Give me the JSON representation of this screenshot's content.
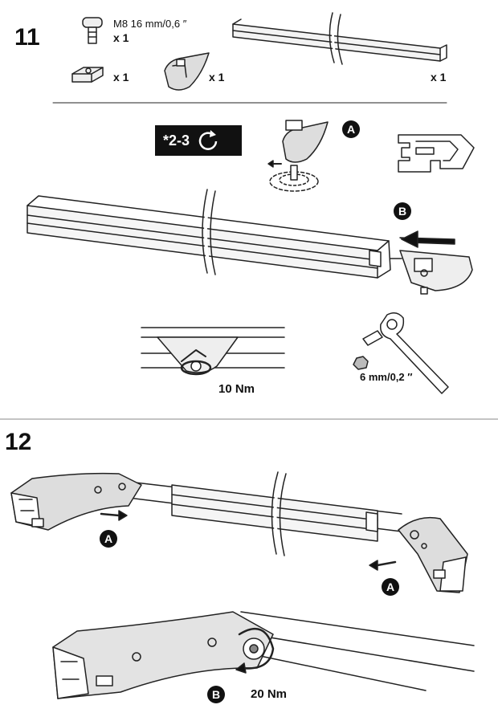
{
  "step11": {
    "number": "11",
    "bolt_spec": "M8 16 mm/0,6 ″",
    "qty_bolt": "x 1",
    "qty_nut": "x 1",
    "qty_cap": "x 1",
    "qty_bar": "x 1",
    "turns_label": "*2-3",
    "callout_a": "A",
    "callout_b": "B",
    "torque": "10 Nm",
    "socket_size": "6 mm/0,2 ″"
  },
  "step12": {
    "number": "12",
    "callout_a_left": "A",
    "callout_a_right": "A",
    "callout_b": "B",
    "torque": "20 Nm"
  }
}
